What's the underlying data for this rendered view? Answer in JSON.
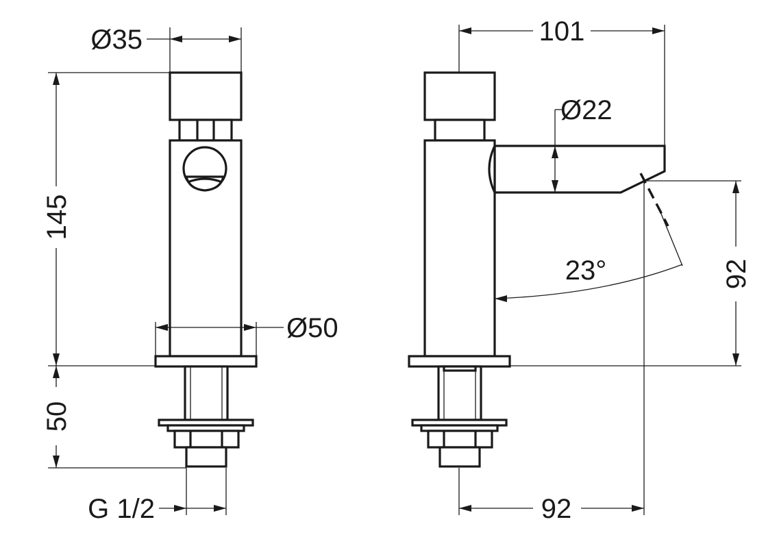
{
  "colors": {
    "line": "#1a1a1a",
    "background": "#ffffff"
  },
  "front_view": {
    "top_diameter": "Ø35",
    "total_height": "145",
    "base_diameter": "Ø50",
    "shank_length": "50",
    "thread": "G 1/2"
  },
  "side_view": {
    "spout_reach": "101",
    "spout_diameter": "Ø22",
    "spray_angle": "23°",
    "outlet_height": "92",
    "outlet_offset": "92"
  }
}
